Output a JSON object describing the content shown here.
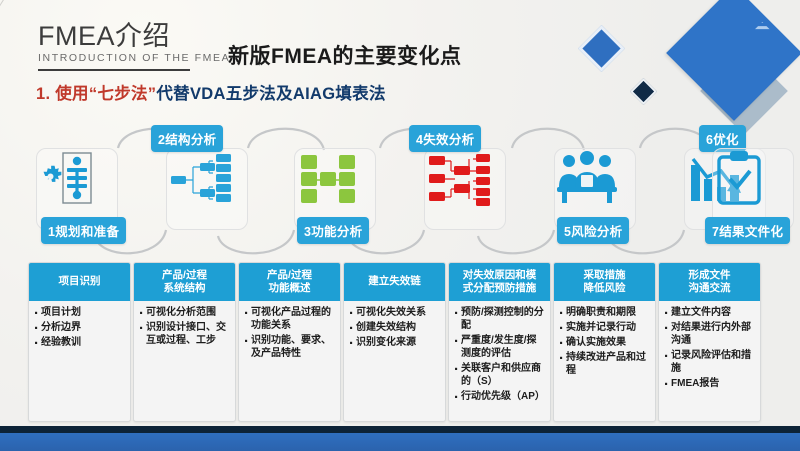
{
  "header": {
    "title_cn": "FMEA介绍",
    "title_en": "INTRODUCTION OF THE FMEA",
    "subtitle": "新版FMEA的主要变化点",
    "red_line_a": "1. 使用“七步法”",
    "red_line_b": "代替VDA五步法及AIAG填表法"
  },
  "colors": {
    "chip_blue": "#29a3d9",
    "card_header_blue": "#1e9fd4",
    "accent_red": "#c0392b",
    "accent_navy": "#123a6b",
    "diamond_blue": "#2f74c8",
    "bar_blue": "#2f6fc0",
    "bar_dark": "#0d2337"
  },
  "steps": [
    {
      "label": "1规划和准备",
      "icon": "gear-document-icon",
      "chip_pos": "bottom"
    },
    {
      "label": "2结构分析",
      "icon": "tree-structure-icon",
      "chip_pos": "top"
    },
    {
      "label": "3功能分析",
      "icon": "green-network-icon",
      "chip_pos": "bottom"
    },
    {
      "label": "4失效分析",
      "icon": "red-network-icon",
      "chip_pos": "top"
    },
    {
      "label": "5风险分析",
      "icon": "people-meeting-icon",
      "chip_pos": "bottom"
    },
    {
      "label": "6优化",
      "icon": "declining-chart-icon",
      "chip_pos": "top"
    },
    {
      "label": "7结果文件化",
      "icon": "clipboard-check-icon",
      "chip_pos": "bottom"
    }
  ],
  "cards": [
    {
      "header": "项目识别",
      "items": [
        "项目计划",
        "分析边界",
        "经验教训"
      ]
    },
    {
      "header": "产品/过程\n系统结构",
      "items": [
        "可视化分析范围",
        "识别设计接口、交互或过程、工步"
      ]
    },
    {
      "header": "产品/过程\n功能概述",
      "items": [
        "可视化产品过程的功能关系",
        "识别功能、要求、及产品特性"
      ]
    },
    {
      "header": "建立失效链",
      "items": [
        "可视化失效关系",
        "创建失效结构",
        "识别变化来源"
      ]
    },
    {
      "header": "对失效原因和模\n式分配预防措施",
      "items": [
        "预防/探测控制的分配",
        "严重度/发生度/探测度的评估",
        "关联客户和供应商的（S）",
        "行动优先级（AP）"
      ]
    },
    {
      "header": "采取措施\n降低风险",
      "items": [
        "明确职责和期限",
        "实施并记录行动",
        "确认实施效果",
        "持续改进产品和过程"
      ]
    },
    {
      "header": "形成文件\n沟通交流",
      "items": [
        "建立文件内容",
        "对结果进行内外部沟通",
        "记录风险评估和措施",
        "FMEA报告"
      ]
    }
  ]
}
